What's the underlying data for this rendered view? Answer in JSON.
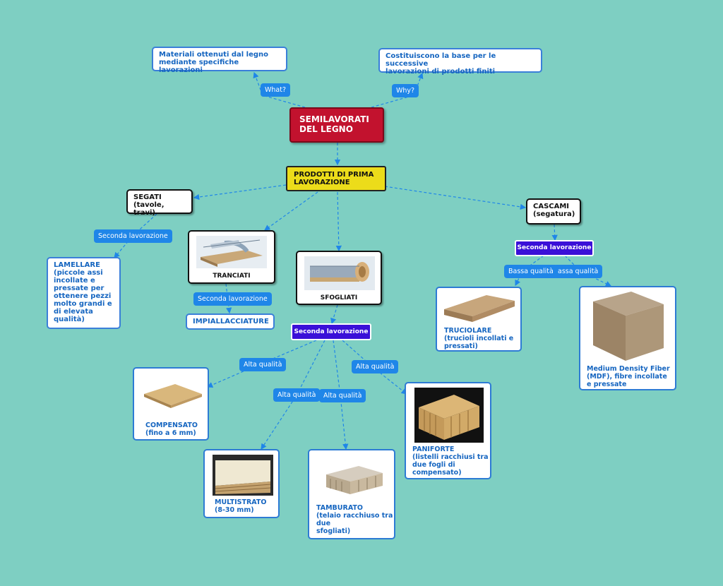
{
  "root": {
    "line1": "SEMILAVORATI",
    "line2": "DEL LEGNO"
  },
  "what": {
    "label": "What?",
    "text1": "Materiali ottenuti dal legno",
    "text2": "mediante specifiche lavorazioni"
  },
  "why": {
    "label": "Why?",
    "text1": "Costituiscono la base per le successive",
    "text2": "lavorazioni di prodotti finiti"
  },
  "prima": {
    "line1": "PRODOTTI DI PRIMA",
    "line2": "LAVORAZIONE"
  },
  "segati": {
    "line1": "SEGATI",
    "line2": "(tavole, travi)"
  },
  "cascami": {
    "line1": "CASCAMI",
    "line2": "(segatura)"
  },
  "tranciati": {
    "title": "TRANCIATI"
  },
  "sfogliati": {
    "title": "SFOGLIATI"
  },
  "seconda_segati": "Seconda lavorazione",
  "lamellare": {
    "lines": [
      "LAMELLARE",
      "(piccole assi",
      "incollate e",
      "pressate per",
      "ottenere pezzi",
      "molto grandi e",
      "di elevata",
      "qualità)"
    ]
  },
  "seconda_tranciati": "Seconda lavorazione",
  "impiallacciature": "IMPIALLACCIATURE",
  "seconda_sfogliati": "Seconda lavorazione",
  "seconda_cascami": "Seconda lavorazione",
  "bassa_qualita": "Bassa qualità",
  "alta_qualita_mdf": "assa qualità",
  "truciolare": {
    "lines": [
      "TRUCIOLARE",
      "(trucioli incollati e",
      "pressati)"
    ]
  },
  "mdf": {
    "lines": [
      "Medium Density Fiber",
      "(MDF), fibre incollate",
      "e pressate"
    ]
  },
  "alta1": "Alta qualità",
  "alta2": "Alta qualità",
  "alta3": "Alta qualità",
  "alta4": "Alta qualità",
  "compensato": {
    "lines": [
      "COMPENSATO",
      "(fino a 6 mm)"
    ]
  },
  "multistrato": {
    "lines": [
      "MULTISTRATO",
      "(8-30 mm)"
    ]
  },
  "tamburato": {
    "lines": [
      "TAMBURATO",
      "(telaio racchiuso tra",
      "due",
      "sfogliati)"
    ]
  },
  "paniforte": {
    "lines": [
      "PANIFORTE",
      "(listelli racchiusi tra",
      "due fogli di",
      "compensato)"
    ]
  },
  "colors": {
    "background": "#7ecfc2",
    "root": "#c2122e",
    "yellow": "#ecdc1a",
    "purple": "#3a10d8",
    "label": "#1f86e8",
    "border": "#3a7fd9",
    "text": "#1565c0"
  }
}
